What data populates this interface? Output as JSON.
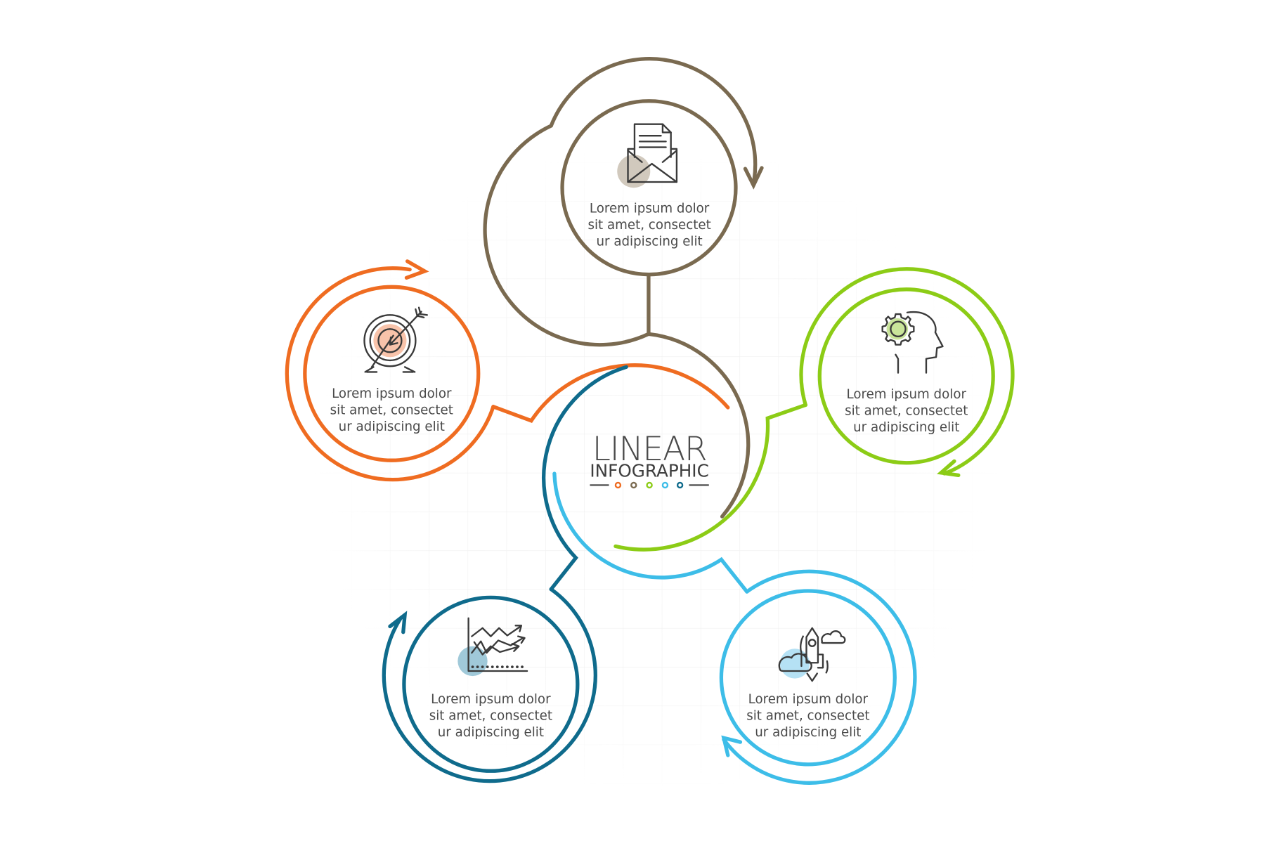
{
  "title": {
    "line1": "LINEAR",
    "line2": "INFOGRAPHIC"
  },
  "colors": {
    "brown": "#7a6a50",
    "orange": "#ef6c21",
    "green": "#8ccc16",
    "light_blue": "#3dbde8",
    "dark_blue": "#0f6b8c",
    "text": "#4a4a4a",
    "icon": "#3a3a3a",
    "grid": "#eeeeee"
  },
  "legend_dots": [
    "orange",
    "brown",
    "green",
    "light_blue",
    "dark_blue"
  ],
  "steps": [
    {
      "id": "top",
      "color": "brown",
      "icon": "envelope-letter-icon",
      "lines": [
        "Lorem ipsum dolor",
        "sit amet, consectet",
        "ur adipiscing elit"
      ]
    },
    {
      "id": "right",
      "color": "green",
      "icon": "head-gear-icon",
      "lines": [
        "Lorem ipsum dolor",
        "sit amet, consectet",
        "ur adipiscing elit"
      ]
    },
    {
      "id": "bottom-right",
      "color": "light_blue",
      "icon": "rocket-clouds-icon",
      "lines": [
        "Lorem ipsum dolor",
        "sit amet, consectet",
        "ur adipiscing elit"
      ]
    },
    {
      "id": "bottom-left",
      "color": "dark_blue",
      "icon": "growth-chart-icon",
      "lines": [
        "Lorem ipsum dolor",
        "sit amet, consectet",
        "ur adipiscing elit"
      ]
    },
    {
      "id": "left",
      "color": "orange",
      "icon": "target-arrow-icon",
      "lines": [
        "Lorem ipsum dolor",
        "sit amet, consectet",
        "ur adipiscing elit"
      ]
    }
  ]
}
